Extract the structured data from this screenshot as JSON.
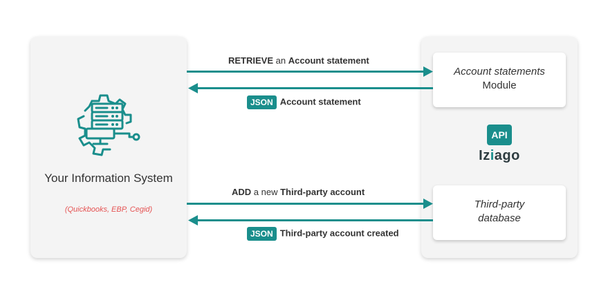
{
  "left": {
    "title": "Your Information System",
    "subtitle": "(Quickbooks, EBP, Cegid)",
    "icon": "server-gear-icon"
  },
  "right": {
    "statements_card": {
      "title": "Account statements",
      "subtitle": "Module"
    },
    "api_badge": "API",
    "brand": {
      "prefix": "Iz",
      "accent": "i",
      "suffix": "ago"
    },
    "thirdparty_card": {
      "line1": "Third-party",
      "line2": "database"
    }
  },
  "flows": {
    "retrieve": {
      "verb": "RETRIEVE",
      "mid": " an ",
      "object": "Account statement"
    },
    "retrieve_response": {
      "badge": "JSON",
      "text": "Account statement"
    },
    "add": {
      "verb": "ADD",
      "mid": " a new ",
      "object": "Third-party account"
    },
    "add_response": {
      "badge": "JSON",
      "text": "Third-party account created"
    }
  },
  "colors": {
    "accent": "#1a8e8c",
    "subtitle": "#e55353",
    "panel": "#f4f4f4"
  }
}
